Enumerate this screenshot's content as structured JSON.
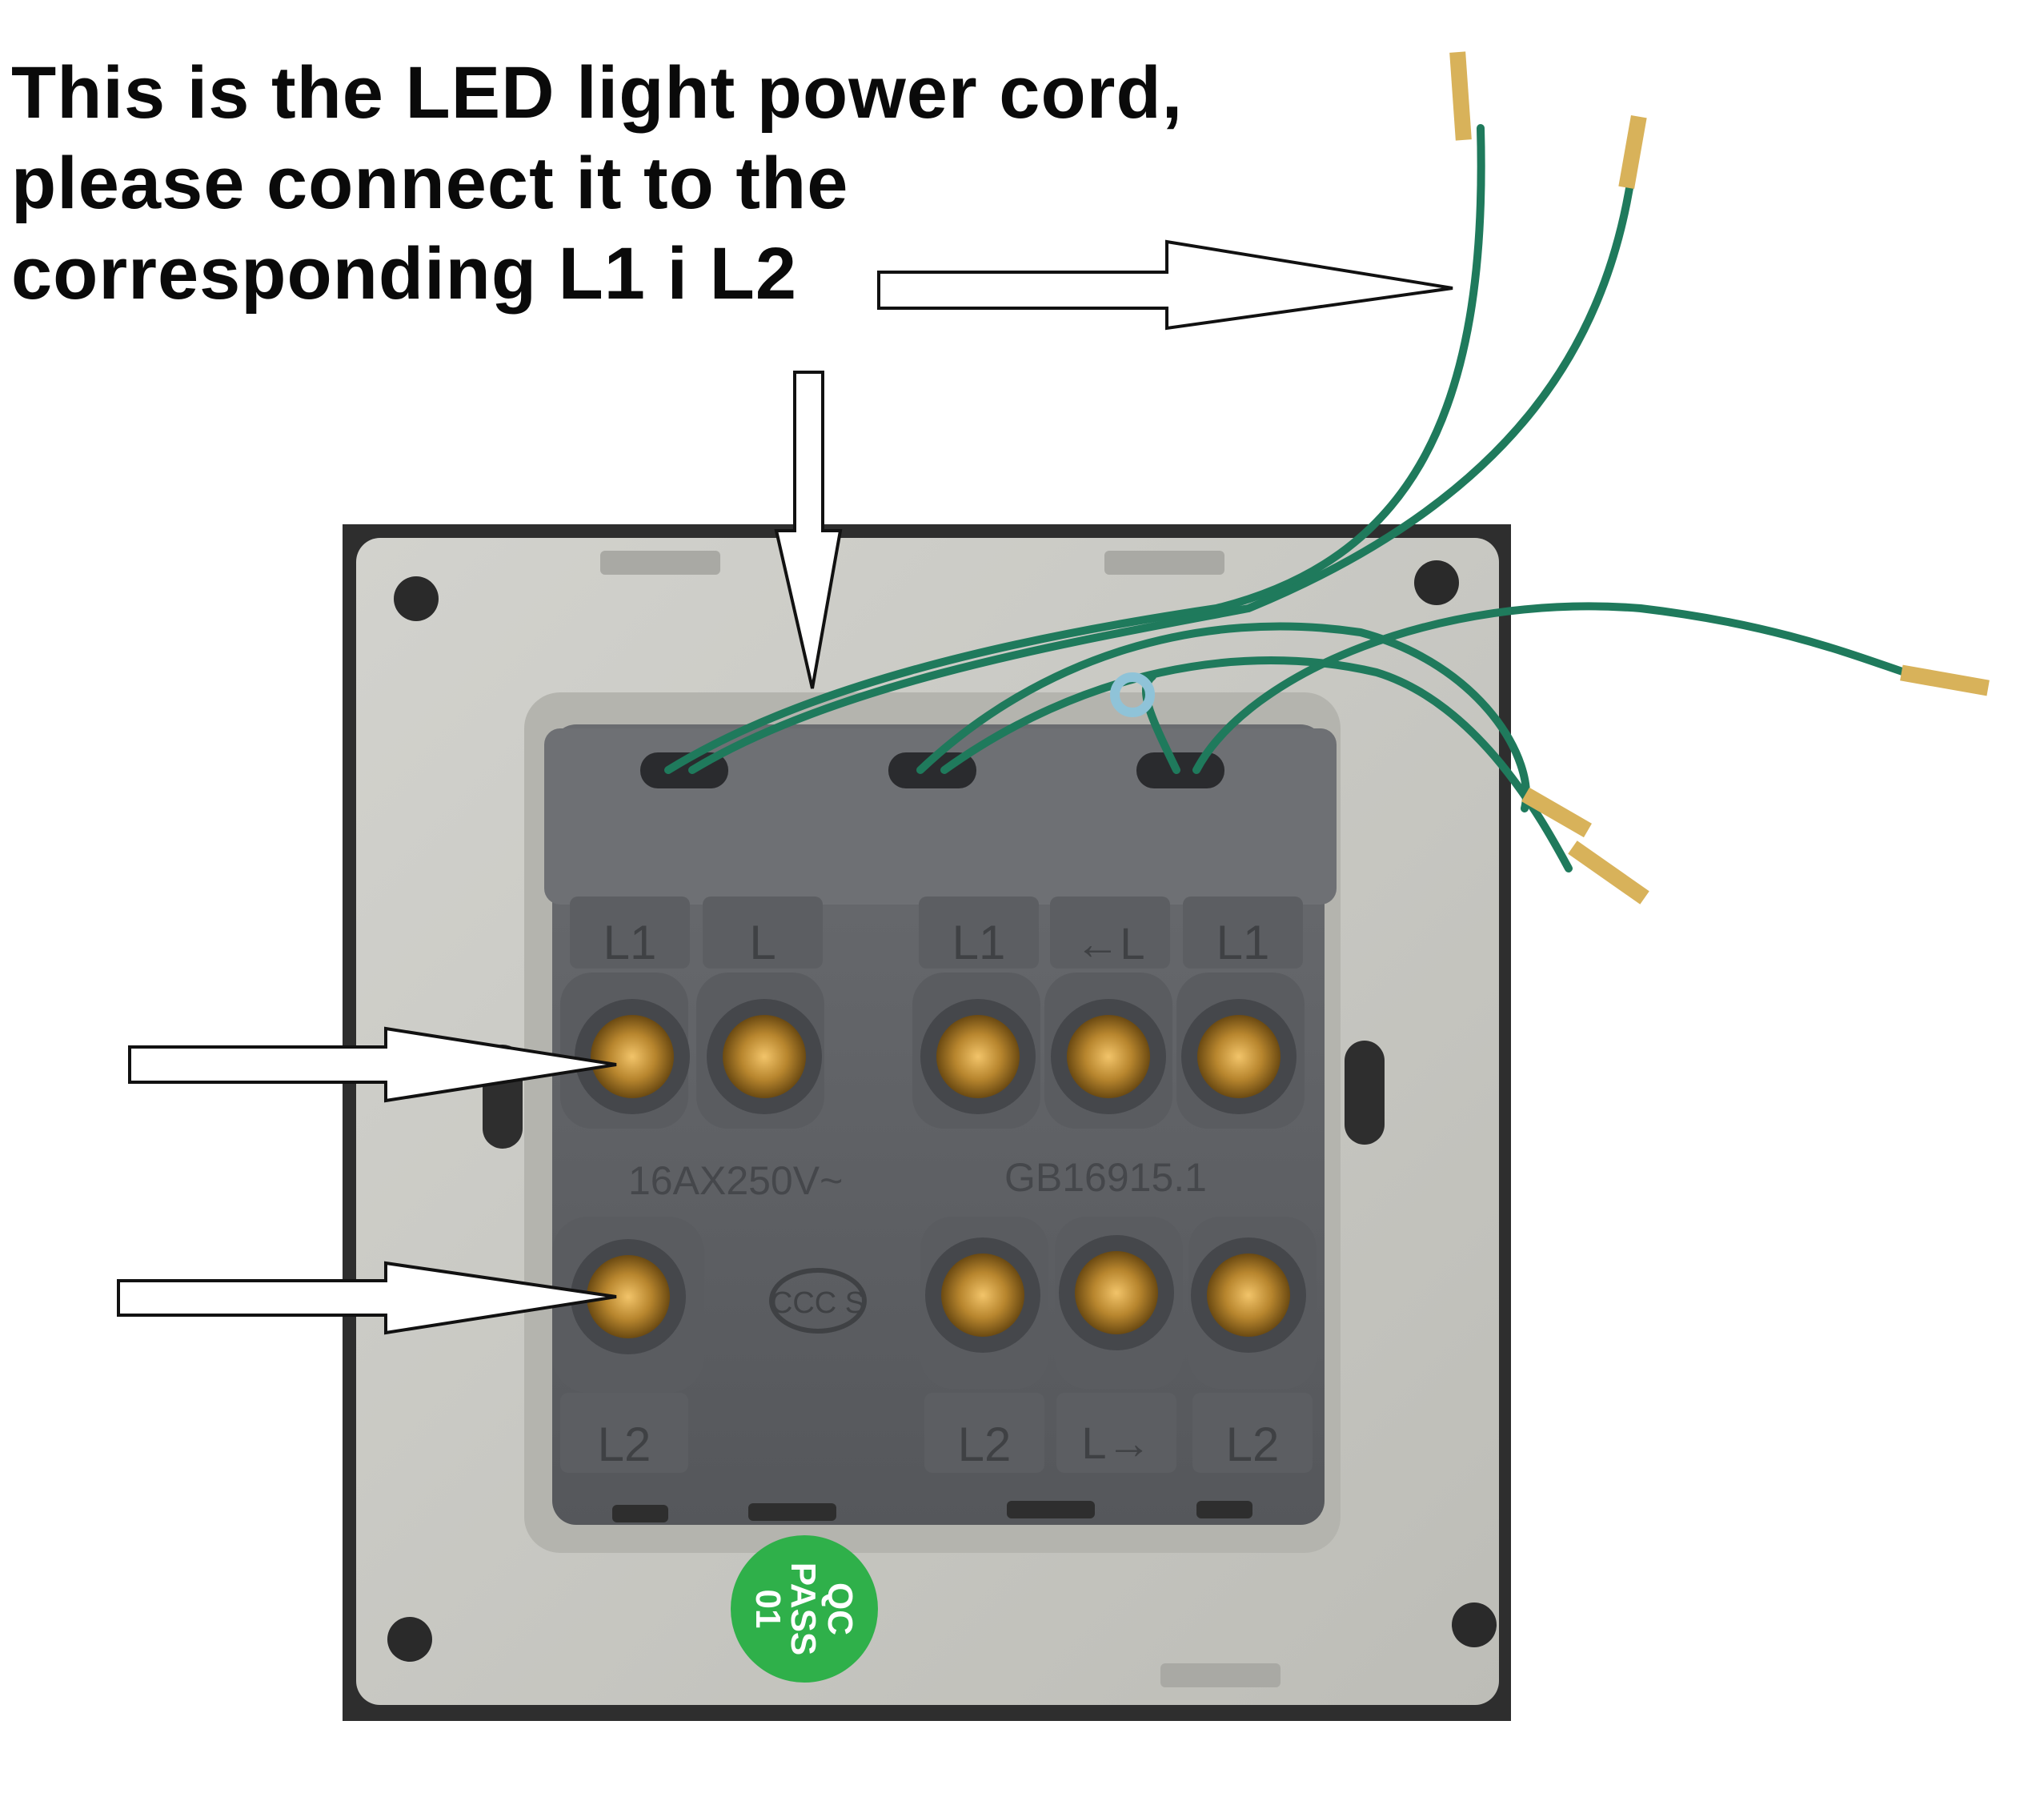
{
  "caption": {
    "line1": "This is the LED light power cord,",
    "line2": "please connect it to the",
    "line3": "corresponding L1 i L2"
  },
  "module": {
    "rating": "16AX250V~",
    "standard": "GB16915.1",
    "cert_mark": "CCC S"
  },
  "terminals": {
    "top": [
      "L1",
      "L",
      "L1",
      "←L",
      "L1"
    ],
    "bottom": [
      "L2",
      "L2",
      "L→",
      "L2"
    ]
  },
  "sticker": {
    "line1": "QC",
    "line2": "PASS",
    "line3": "01"
  },
  "colors": {
    "plate": "#c9c9c4",
    "frame": "#2e2e2e",
    "module": "#5e6064",
    "wire": "#1f7a5c",
    "brass": "#b8862e",
    "sticker": "#2fb04a"
  }
}
